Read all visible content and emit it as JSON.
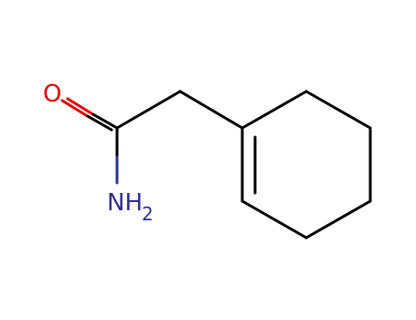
{
  "molecule": {
    "atoms": {
      "oxygen": {
        "symbol": "O",
        "color": "#e00000"
      },
      "nitrogen": {
        "symbol": "NH",
        "subscript": "2",
        "color": "#2f2f8f"
      }
    },
    "bond_color": "#000000",
    "background": "#ffffff"
  }
}
